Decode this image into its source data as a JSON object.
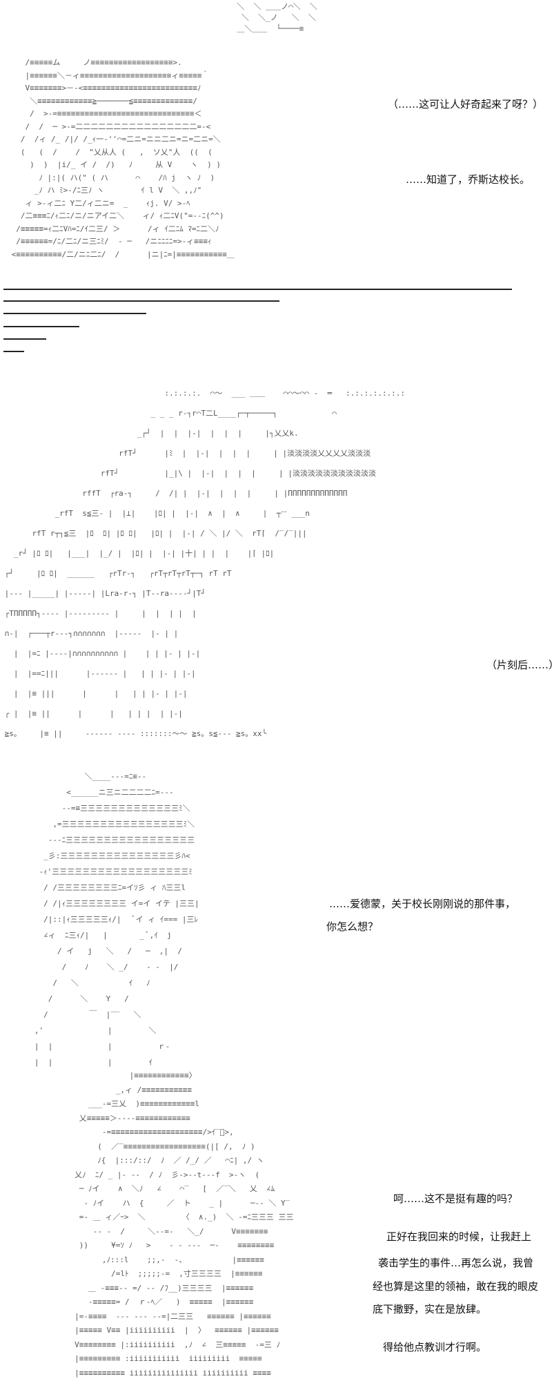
{
  "panel1": {
    "art_top": [
      "  ＼  ＼ ＿＿ノ⌒＼  ＼",
      "   ＼  ＼_ノ   ＼  ＼",
      "  ＿＼＿＿  └────≡"
    ],
    "art": [
      "    /≡≡≡≡≡ム     ノ≡≡≡≡≡≡≡≡≡≡≡≡≡≡≡≡≡≡>.",
      "    |≡≡≡≡≡≡＼－ィ≡≡≡≡≡≡≡≡≡≡≡≡≡≡≡≡≡≡≡≡ィ≡≡≡≡≡｀",
      "    V≡≡≡≡≡≡≡>－‐<≡≡≡≡≡≡≡≡≡≡≡≡≡≡≡≡≡≡≡≡≡≡≡≡≡ﾉ",
      "     ＼≡≡≡≡≡≡≡≡≡≡≡≡≧───────≦≡≡≡≡≡≡≡≡≡≡≡≡≡/",
      "     /  >‐=≡≡≡≡≡≡≡≡≡≡≡≡≡≡≡≡≡≡≡≡≡≡≡≡≡≡≡≡≡≡＜",
      "    /  /  ─ >‐=二二二二二二二二二二二二二二二二=‐<",
      "   /  /ィ /_ /|/ /_ｨ一‐''⌒=二ニ=ニニ二ニ=ニ=二ニ=＼",
      "   (   (  /    /  \"乂从人 (   ,  ソ乂\"人  ((  (  ",
      "     )  )  |i/_ イ /  /)   ﾉ     从 V    ヽ  ) )",
      "       ﾉ |:|( ハ(\" ( ハ      ⌒    /ﾊ j  ヽ ﾉ  )",
      "      _ﾉ ハ ﾐ>-/ﾆ三ﾉ ヽ        ｲ l V  ＼ ,,ﾉ\"",
      "    ィ >-ィ二ﾆ Y二/ィ二ニ=  _    ｨj. V/ >-ﾍ",
      "   /二≡≡≡ﾆ/ｨ二ﾆ/ニ/ニアイ二＼    ィ/ ｨ二ﾆV(\"=-‐ﾆ(^^)",
      "  /≡≡≡≡≡=ｨ二ﾆVﾊ=ﾆ/ｲ二三/ ＞      /ィ ｲ二ﾆﾑ ﾏ=ﾆ二＼ﾉ",
      "  /≡≡≡≡≡≡=/ﾆ/二ﾆ/ニ三ﾆﾐ/  ‐ ─   /ニﾆﾆﾆﾆ=>-ィ≡≡≡ｨ",
      " <≡≡≡≡≡≡≡≡≡≡/二/ニﾆ二ﾆ/  /      |ニ|ﾆ=|≡≡≡≡≡≡≡≡≡≡≡＿"
    ],
    "thought": "（……这可让人好奇起来了呀？）",
    "line": "……知道了，乔斯达校长。"
  },
  "panel2": {
    "art": [
      "                                    :.:.:.:.  ⌒～  ___ ＿＿    ⌒⌒～⌒⌒ ‐  ═   :.:.:.:.:.:.:",
      "                                 _ _ _ r‐┐r⌒T二L____┌─┬─────┐            ⌒",
      "                              _┌┘  |  |  |‐|  |  |  |     |┐乂乂k.",
      "                          rfT┘      |ﾐ  |  |‐|  |  |  |     | |淡淡淡淡乂乂乂乂淡淡淡",
      "                      rfT┘          |_|\\ |  |‐|  |  |  |     | |淡淡淡淡淡淡淡淡淡淡淡",
      "                  rffT  ┌ra‐┐     /  /| |  |‐|  |  |  |     | |ΠΠΠΠΠΠΠΠΠΠΠΠΠ",
      "            _rfT  s≦三‐ |  |⊥|    |ﾛ| |  |‐|  ∧  |  ∧     |  ┬ᐨᐨ ___n",
      "       rfT r┬┐≦三  |ﾛ  ﾛ| |ﾛ ﾛ|   |ﾛ| |  |‐| / ＼ |/ ＼  rT⌈  /‾/‾|||",
      "   _r┘ |ﾛ ﾛ|   |___|  |_/ |  |ﾛ| |  |‐| |十| | |  |    |⌈ |ﾛ|",
      " ┌┘     |ﾛ ﾛ|  ______   ┌rTr‐┐   ┌rT┬rT┬rT┬─┐ rT rT",
      " |‐‐‐ |_____| |‐‐‐‐‐| |Lra‐r‐┐ |T‐‐ra‐‐‐‐┘|T┘",
      " ┌TΠΠΠΠΠ┐‐‐‐‐ |‐‐‐‐‐‐‐‐‐ |     |  |  | |  |",
      " ∩‐|  ┌───┬r‐‐‐┐∩∩∩∩∩∩∩  |‐‐‐‐‐  |‐ | |    ",
      "   |  |=ﾆ |‐‐‐‐|∩∩∩∩∩∩∩∩∩∩ |    | | |‐ | |‐|    ",
      "   |  |==ﾆ|||      |‐‐‐‐‐‐ |   | | |‐ | |‐|    ",
      "   |  |≡ |||      |      |   | | |‐ | |‐|    ",
      " ╭ |  |≡ ||      |      |   | | |  | |‐|    ",
      " ≧s。    |≡ ||     ‐‐‐‐‐‐ ‐‐‐‐ :::::::～～ ≧s。s≦‐‐‐ ≧s。xx╰ "
    ],
    "caption": "（片刻后……）"
  },
  "panel3": {
    "art": [
      "              ＼____‐‐‐=ﾆ≡-‐",
      "          <______ニ三ニ二二二二ﾆ=--‐",
      "         ‐‐=≡三三三三三三三三三三三三三ﾐ＼",
      "       ,=三三三三三三三三三三三三三三三三ﾐ＼",
      "      ‐‐‐ﾆ三三三三三三三三三三三三三三三三三",
      "     _彡:三三三三三三三三三三三三三三三彡ﾊ<",
      "    ‐ｨ'三三三三三三三三三三三三三三三三三三ﾐ",
      "     / /三三三三三三三三ﾆ=イｿ彡 ィ ﾊ三三l",
      "     / /|ｨ三三三三三三三三 イ=イ イテ |三三| ",
      "     /|::|ｨ三三三三三ｨ/|   ﾞイ ィ ｲ=== |三ﾚ",
      "     ∠ィ  ﾆ三ｨ/|   |       _ ﾞ,ｲ  j",
      "        / イ   j   ＼   /   ─  ,|  /",
      "         /    ﾉ    ＼ _/    ‐ ‐  |/",
      "       /   ＼           ｲ   ﾉ",
      "      /      ＼    Y   /",
      "     /         ￣  |‾‾   ＼",
      "   ,'              |        ＼  ",
      "   |  |            |          ｒ‐",
      "   |  |            |        ｲ  "
    ],
    "line1": "……爱德蒙，关于校长刚刚说的那件事，",
    "line2": "你怎么想？"
  },
  "panel4": {
    "art": [
      "                 |≡≡≡≡≡≡≡≡≡≡≡≡〉",
      "              _,ィ /≡≡≡≡≡≡≡≡≡≡≡",
      "        ___‐=三乂  )≡≡≡≡≡≡≡≡≡≡≡≡l",
      "      乂≡≡≡≡≡＞‐‐‐‐≡≡≡≡≡≡≡≡≡≡≡≡",
      "           ‐=≡≡≡≡≡≡≡≡≡≡≡≡≡≡≡≡≡≡≡≡/>ｲ‾ﾞ>,",
      "          (  ／‾≡≡≡≡≡≡≡≡≡≡≡≡≡≡≡≡≡≡(|[ /,  ﾉ )",
      "          ﾉ{  |:::/::/  ﾉ  ／ /_/ ／   ⌒ﾆ| ,/ ヽ",
      "     乂ﾉ  ﾆ/ _ |‐ ‐‐  / ﾉ  彡‐>‐‐t‐‐‐f  >‐ヽ  (",
      "      ─ ﾉイ    ∧  ＼ﾉ   ∠    ⌒‾   [  ／‾＼   乂  ∠ﾑ",
      "       ‐ ﾉイ    ハ  {     ／  ト    _ |      ─‐‐ ＼ Y‾",
      "      =‐ ＿ ィ／ｰ>  ＼        〈  ∧._)  ＼ ‐=ﾆ三三三 三三",
      "         ‐‐ ‐  /     ＼‐‐=‐   ＼_/      V≡≡≡≡≡≡≡",
      "      ))     ¥=ｿ ﾉ   >    ‐ ‐ ‐‐‐  ─‐    ≡≡≡≡≡≡≡≡",
      "           ,ﾉ:::l    ;;,‐  -、          |≡≡≡≡≡≡",
      "             /=lﾄ  ;;;;;‐=  ,寸三三三三  |≡≡≡≡≡≡",
      "        ＿ ‐≡≡≡‐‐ =/ ‐‐ /ﾌ__)三三三三  |≡≡≡≡≡≡",
      "        ‐≡≡≡≡≡= /  ｒ‐ﾍ／   )  ≡≡≡≡≡  |≡≡≡≡≡≡",
      "     |=‐≡≡≡≡  ‐‐‐ ‐‐‐ ‐‐=|二三三   ≡≡≡≡≡≡ |≡≡≡≡≡≡",
      "     |≡≡≡≡≡ V≡≡ |iiiiiiiiii  |  〉  ≡≡≡≡≡≡ |≡≡≡≡≡≡",
      "     V≡≡≡≡≡≡≡≡ |:iiiiiiiiii  ,ﾉ  ∠  三≡≡≡≡≡  ‐=三 ﾉ",
      "     |≡≡≡≡≡≡≡≡≡ :iiiiiiiiiii  iiiiiiiii  ≡≡≡≡≡",
      "     |≡≡≡≡≡≡≡≡≡≡ iiiiiiiiiiiiiii iiiiiiiiii ≡≡≡≡"
    ],
    "line1": "呵……这不是挺有趣的吗？",
    "para": [
      "正好在我回来的时候，让我赶上",
      "袭击学生的事件…再怎么说，我曾",
      "经也算是这里的领袖，敢在我的眼皮",
      "底下撒野，实在是放肆。"
    ],
    "line_last": "得给他点教训才行啊。"
  }
}
